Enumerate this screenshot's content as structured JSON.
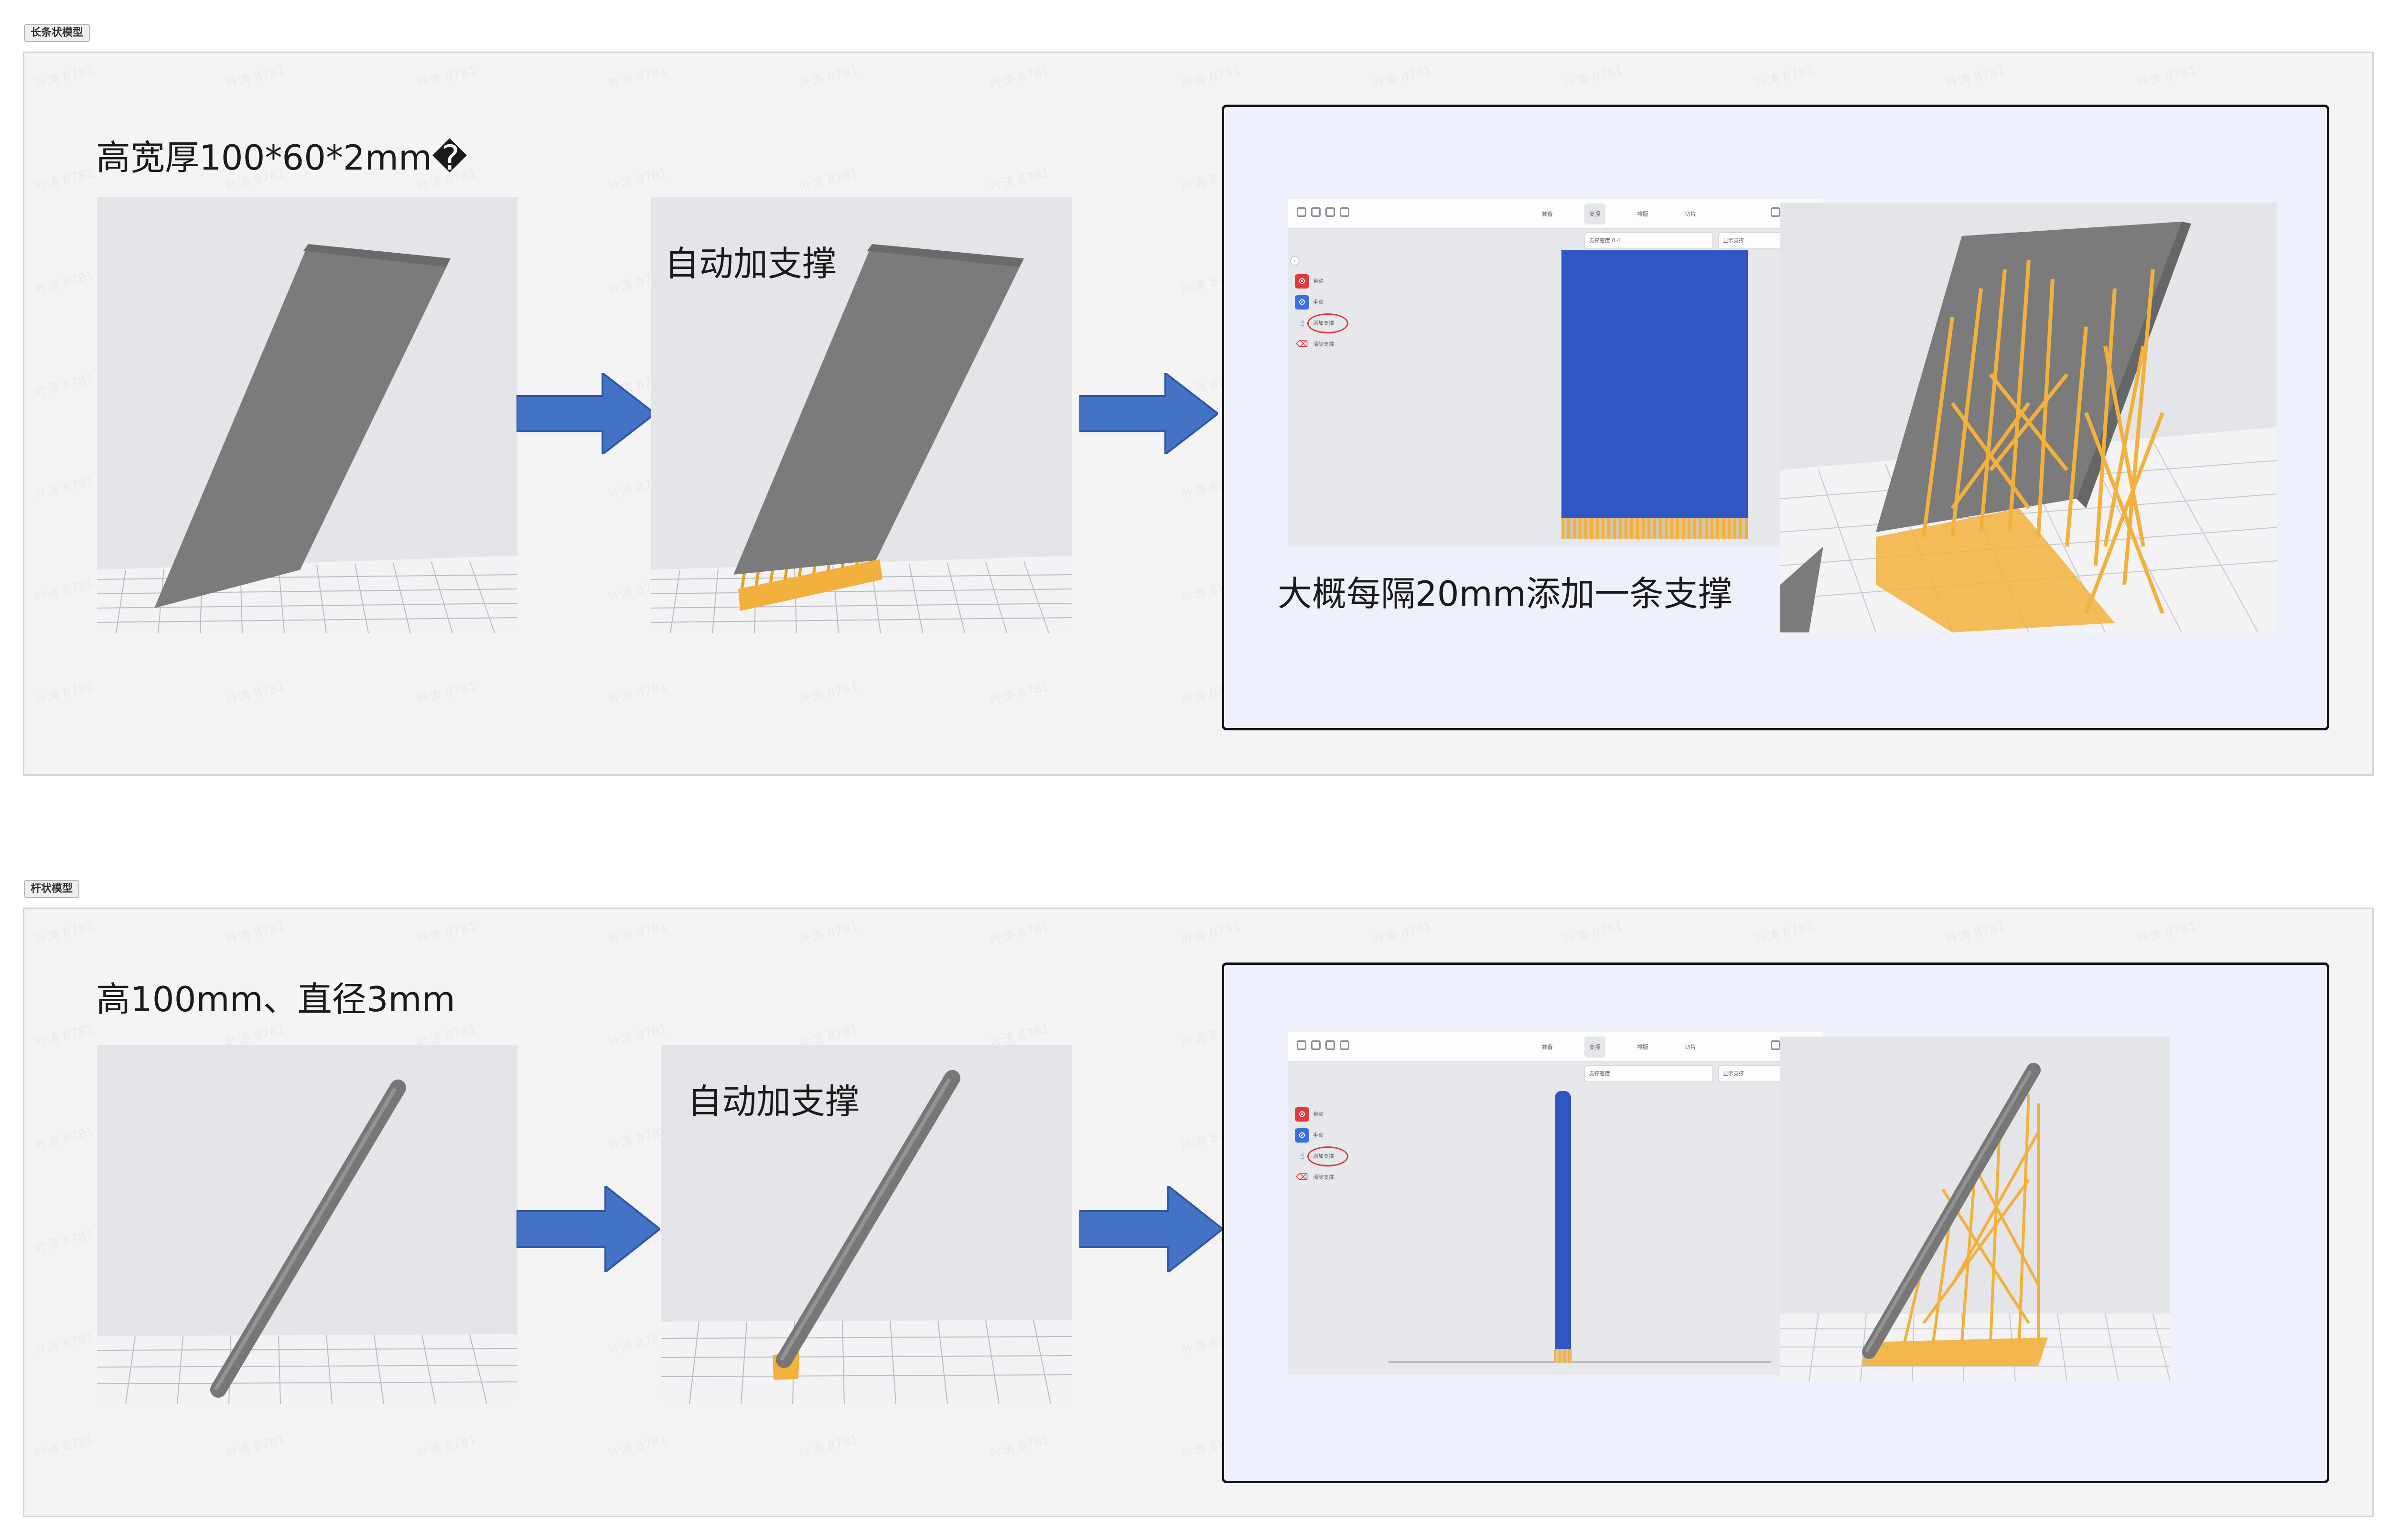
{
  "watermark_text": "叶涛 8781",
  "sections": [
    {
      "tag": "长条状模型",
      "title": "高宽厚100*60*2mm�",
      "step2_label": "自动加支撑",
      "note": "大概每隔20mm添加一条支撑",
      "slicer": {
        "tabs": [
          "准备",
          "支撑",
          "排版",
          "切片"
        ],
        "subbar_left": "支撑密度 0.4",
        "subbar_right": "显示支撑",
        "side": [
          {
            "label": "自动",
            "color": "#e0393e",
            "icon": "auto-support-icon"
          },
          {
            "label": "手动",
            "color": "#3b6fe0",
            "icon": "manual-support-icon"
          },
          {
            "label": "添加支撑",
            "color": "transparent",
            "icon": "add-support-icon"
          },
          {
            "label": "清除支撑",
            "color": "transparent",
            "icon": "clear-support-icon"
          }
        ]
      }
    },
    {
      "tag": "杆状模型",
      "title": "高100mm、直径3mm",
      "step2_label": "自动加支撑",
      "note": "",
      "slicer": {
        "tabs": [
          "准备",
          "支撑",
          "排版",
          "切片"
        ],
        "subbar_left": "支撑密度",
        "subbar_right": "显示支撑",
        "side": [
          {
            "label": "自动",
            "color": "#e0393e",
            "icon": "auto-support-icon"
          },
          {
            "label": "手动",
            "color": "#3b6fe0",
            "icon": "manual-support-icon"
          },
          {
            "label": "添加支撑",
            "color": "transparent",
            "icon": "add-support-icon"
          },
          {
            "label": "清除支撑",
            "color": "transparent",
            "icon": "clear-support-icon"
          }
        ]
      }
    }
  ],
  "colors": {
    "arrow": "#4472c4",
    "model_grey": "#7a7a7a",
    "support_orange": "#f2b13c",
    "slice_blue": "#2f56c2"
  }
}
